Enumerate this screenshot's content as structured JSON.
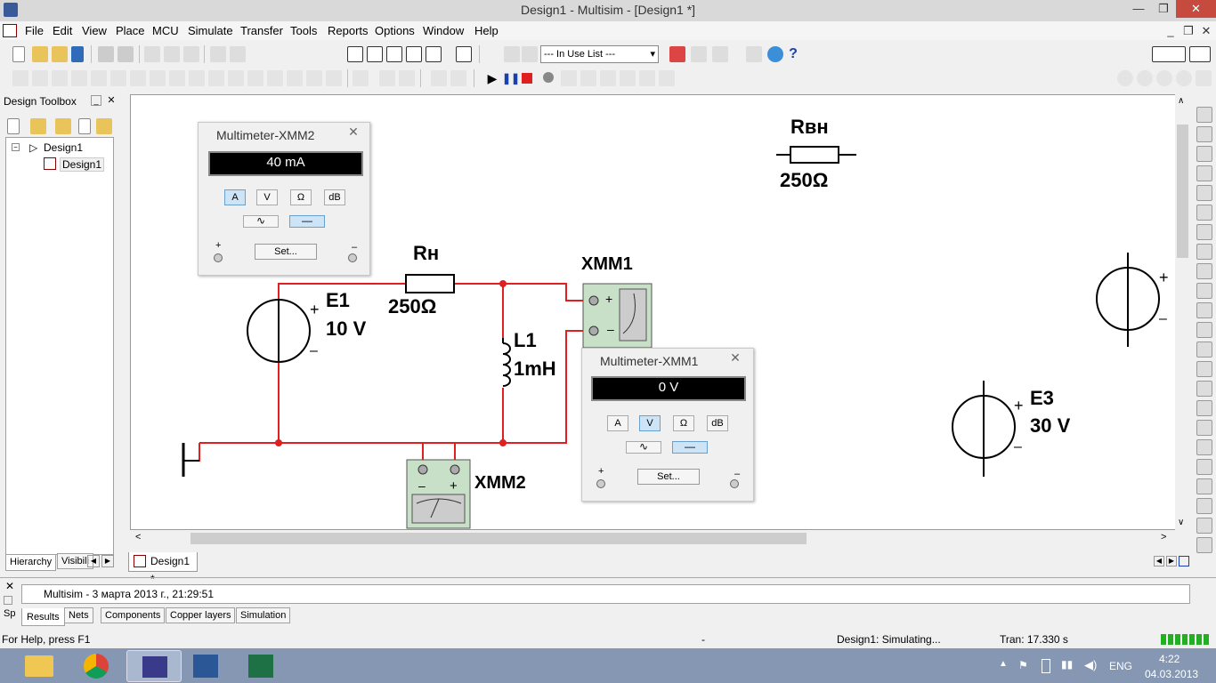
{
  "window": {
    "title": "Design1 - Multisim - [Design1 *]",
    "min": "—",
    "restore": "❐",
    "close": "✕",
    "mdi_restore": "❐",
    "mdi_min": "_",
    "mdi_close": "✕"
  },
  "menu": [
    "File",
    "Edit",
    "View",
    "Place",
    "MCU",
    "Simulate",
    "Transfer",
    "Tools",
    "Reports",
    "Options",
    "Window",
    "Help"
  ],
  "toolbar": {
    "in_use_list": "--- In Use List ---"
  },
  "toolbox": {
    "title": "Design Toolbox",
    "root": "Design1",
    "child": "Design1",
    "tabs": [
      "Hierarchy",
      "Visibili"
    ]
  },
  "doc_tab": {
    "label": "Design1 *"
  },
  "schematic": {
    "rvn": {
      "name": "Rвн",
      "value": "250Ω"
    },
    "rn": {
      "name": "Rн",
      "value": "250Ω"
    },
    "e1": {
      "name": "E1",
      "value": "10 V"
    },
    "l1": {
      "name": "L1",
      "value": "1mH"
    },
    "e3": {
      "name": "E3",
      "value": "30 V"
    },
    "xmm1": {
      "name": "XMM1"
    },
    "xmm2": {
      "name": "XMM2"
    },
    "plus": "+",
    "minus": "–"
  },
  "multimeter2": {
    "title": "Multimeter-XMM2",
    "reading": "40 mA",
    "buttons": [
      "A",
      "V",
      "Ω",
      "dB"
    ],
    "set": "Set...",
    "plus": "+",
    "minus": "–",
    "close": "✕"
  },
  "multimeter1": {
    "title": "Multimeter-XMM1",
    "reading": "0 V",
    "buttons": [
      "A",
      "V",
      "Ω",
      "dB"
    ],
    "set": "Set...",
    "plus": "+",
    "minus": "–",
    "close": "✕"
  },
  "results": {
    "log": "Multisim  -  3 марта 2013 г., 21:29:51",
    "tabs": [
      "Results",
      "Nets",
      "Components",
      "Copper layers",
      "Simulation"
    ],
    "side": "Sp"
  },
  "status": {
    "help": "For Help, press F1",
    "dash": "-",
    "sim": "Design1: Simulating...",
    "tran": "Tran: 17.330 s"
  },
  "tray": {
    "lang": "ENG",
    "time": "4:22",
    "date": "04.03.2013"
  },
  "colors": {
    "wire": "#e02020",
    "node": "#e02020",
    "meter": "#c8e0c8"
  }
}
